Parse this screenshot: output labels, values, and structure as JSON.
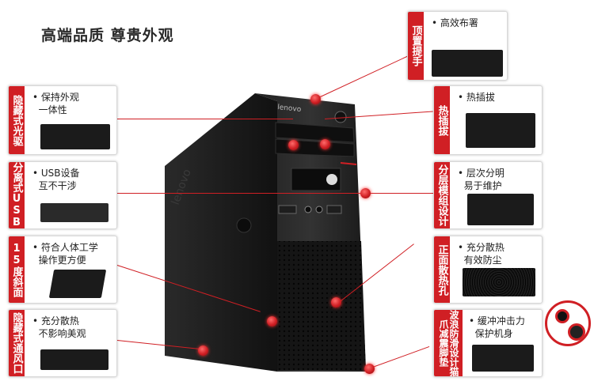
{
  "title": "高端品质 尊贵外观",
  "callouts": {
    "top": {
      "tag": "顶置提手",
      "text": "• 高效布署"
    },
    "l1": {
      "tag": "隐藏式光驱",
      "text": "• 保持外观\n  一体性"
    },
    "l2": {
      "tag": "分离式USB",
      "text": "• USB设备\n  互不干涉"
    },
    "l3": {
      "tag": "15度斜面",
      "text": "• 符合人体工学\n  操作更方便"
    },
    "l4": {
      "tag": "隐藏式通风口",
      "text": "• 充分散热\n  不影响美观"
    },
    "r1": {
      "tag": "热插拔",
      "text": "• 热插拔"
    },
    "r2": {
      "tag": "分层模组设计",
      "text": "• 层次分明\n  易于维护"
    },
    "r3": {
      "tag": "正面散热孔",
      "text": "• 充分散热\n  有效防尘"
    },
    "r4": {
      "tag": "波浪防滑设计猫爪减震脚垫",
      "text": "• 缓冲冲击力\n  保护机身"
    }
  },
  "brand": "lenovo",
  "colors": {
    "accent": "#d01f24",
    "case": "#1a1a1a"
  }
}
